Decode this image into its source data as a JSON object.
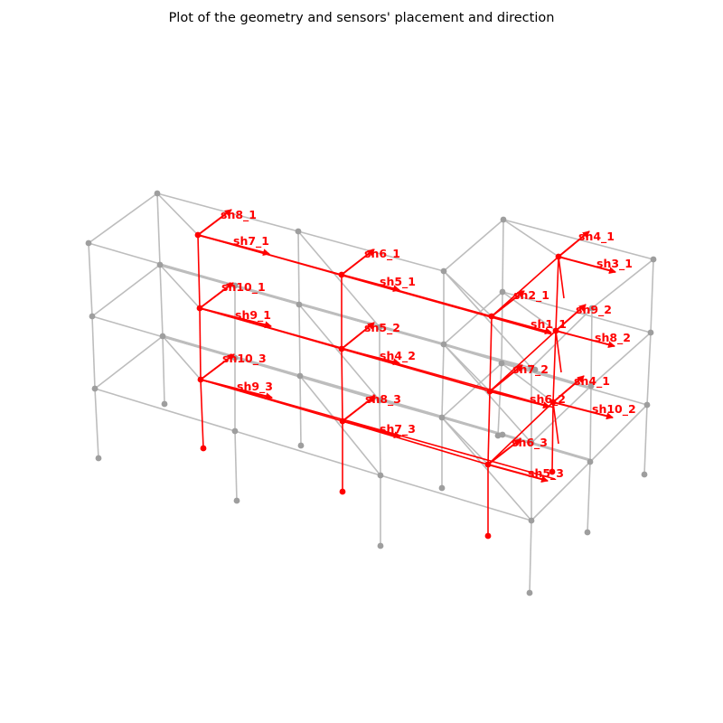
{
  "title": "Plot of the geometry and sensors' placement and direction",
  "colors": {
    "structure": "#bdbdbd",
    "node": "#9e9e9e",
    "sensor": "#ff0000"
  },
  "sensor_labels": [
    "sh8_1",
    "sh7_1",
    "sh10_1",
    "sh9_1",
    "sh10_3",
    "sh9_3",
    "sh6_1",
    "sh5_1",
    "sh5_2",
    "sh4_2",
    "sh8_3",
    "sh7_3",
    "sh2_1",
    "sh1_1",
    "sh7_2",
    "sh6_2",
    "sh6_3",
    "sh5_3",
    "sh4_1",
    "sh3_1",
    "sh9_2",
    "sh8_2",
    "sh4_1",
    "sh10_2"
  ]
}
